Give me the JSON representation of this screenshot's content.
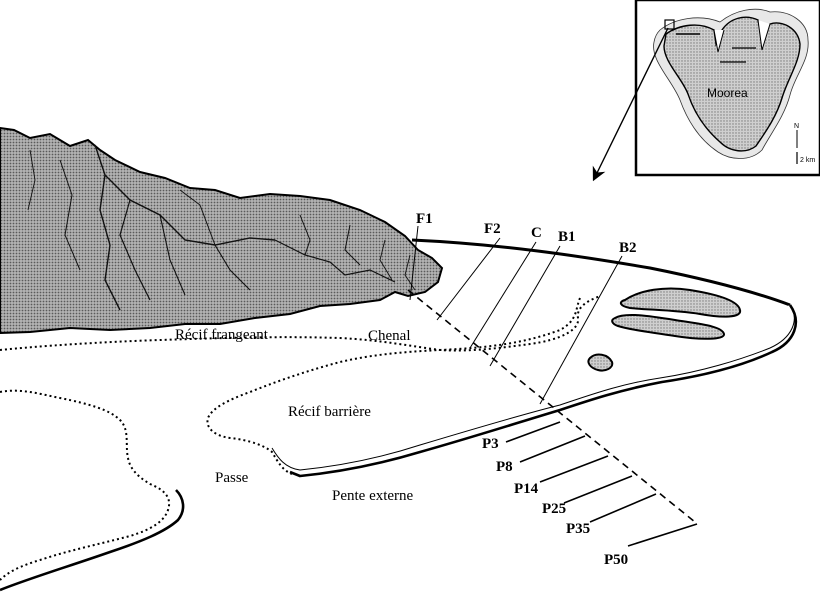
{
  "labels": {
    "recif_frangeant": "Récif frangeant",
    "chenal": "Chenal",
    "recif_barriere": "Récif barrière",
    "passe": "Passe",
    "pente_externe": "Pente externe"
  },
  "transects": {
    "lagoon": [
      "F1",
      "F2",
      "C",
      "B1",
      "B2"
    ],
    "outer_slope": [
      "P3",
      "P8",
      "P14",
      "P25",
      "P35",
      "P50"
    ]
  },
  "inset": {
    "island_name": "Moorea",
    "north_label": "N",
    "scale_label": "2 km"
  }
}
